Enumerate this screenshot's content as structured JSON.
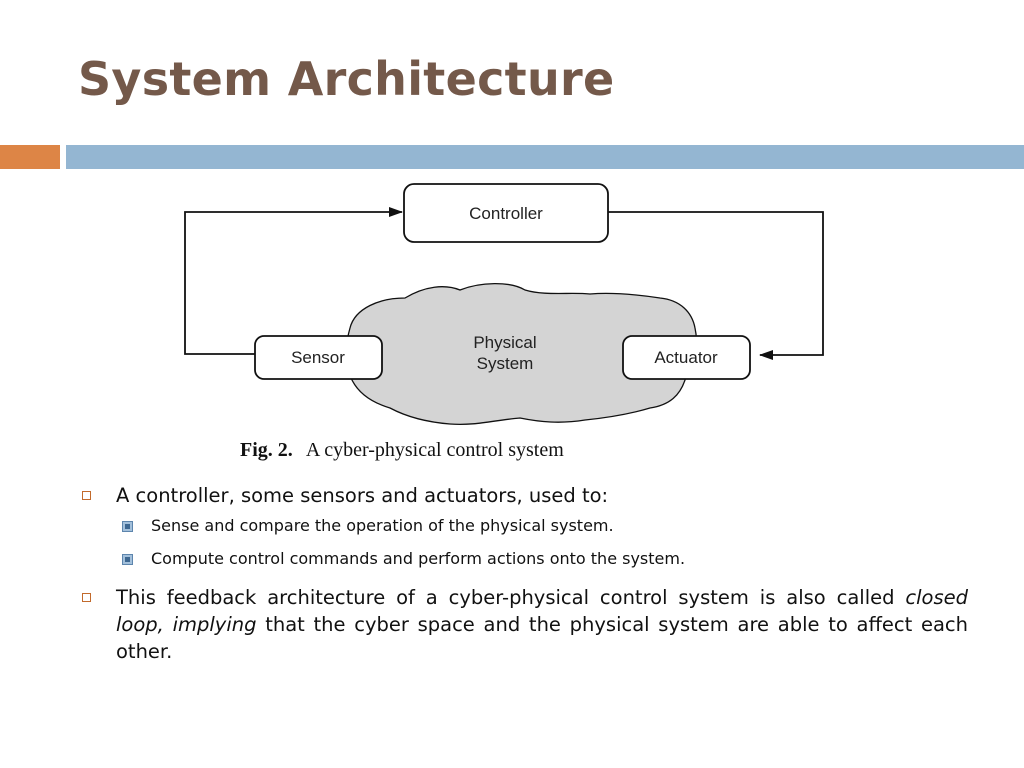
{
  "slide": {
    "title": "System Architecture"
  },
  "figure": {
    "boxes": {
      "controller": "Controller",
      "sensor": "Sensor",
      "actuator": "Actuator",
      "physical_line1": "Physical",
      "physical_line2": "System"
    },
    "caption_label": "Fig. 2.",
    "caption_text": "A cyber-physical control system",
    "colors": {
      "cloud_fill": "#d4d4d4",
      "stroke": "#111111"
    }
  },
  "bullets": {
    "first": "A controller, some sensors and actuators, used to:",
    "sub1": "Sense and compare the operation of the physical system.",
    "sub2": "Compute control commands and perform actions onto the system.",
    "second_part1": " This feedback architecture of a cyber-physical control system is also called ",
    "second_italic": "closed loop, implying",
    "second_part2": " that the cyber space and the physical system are able to affect each other."
  },
  "colors": {
    "title": "#74594a",
    "accent_orange": "#dd8546",
    "accent_blue": "#94b6d2"
  }
}
